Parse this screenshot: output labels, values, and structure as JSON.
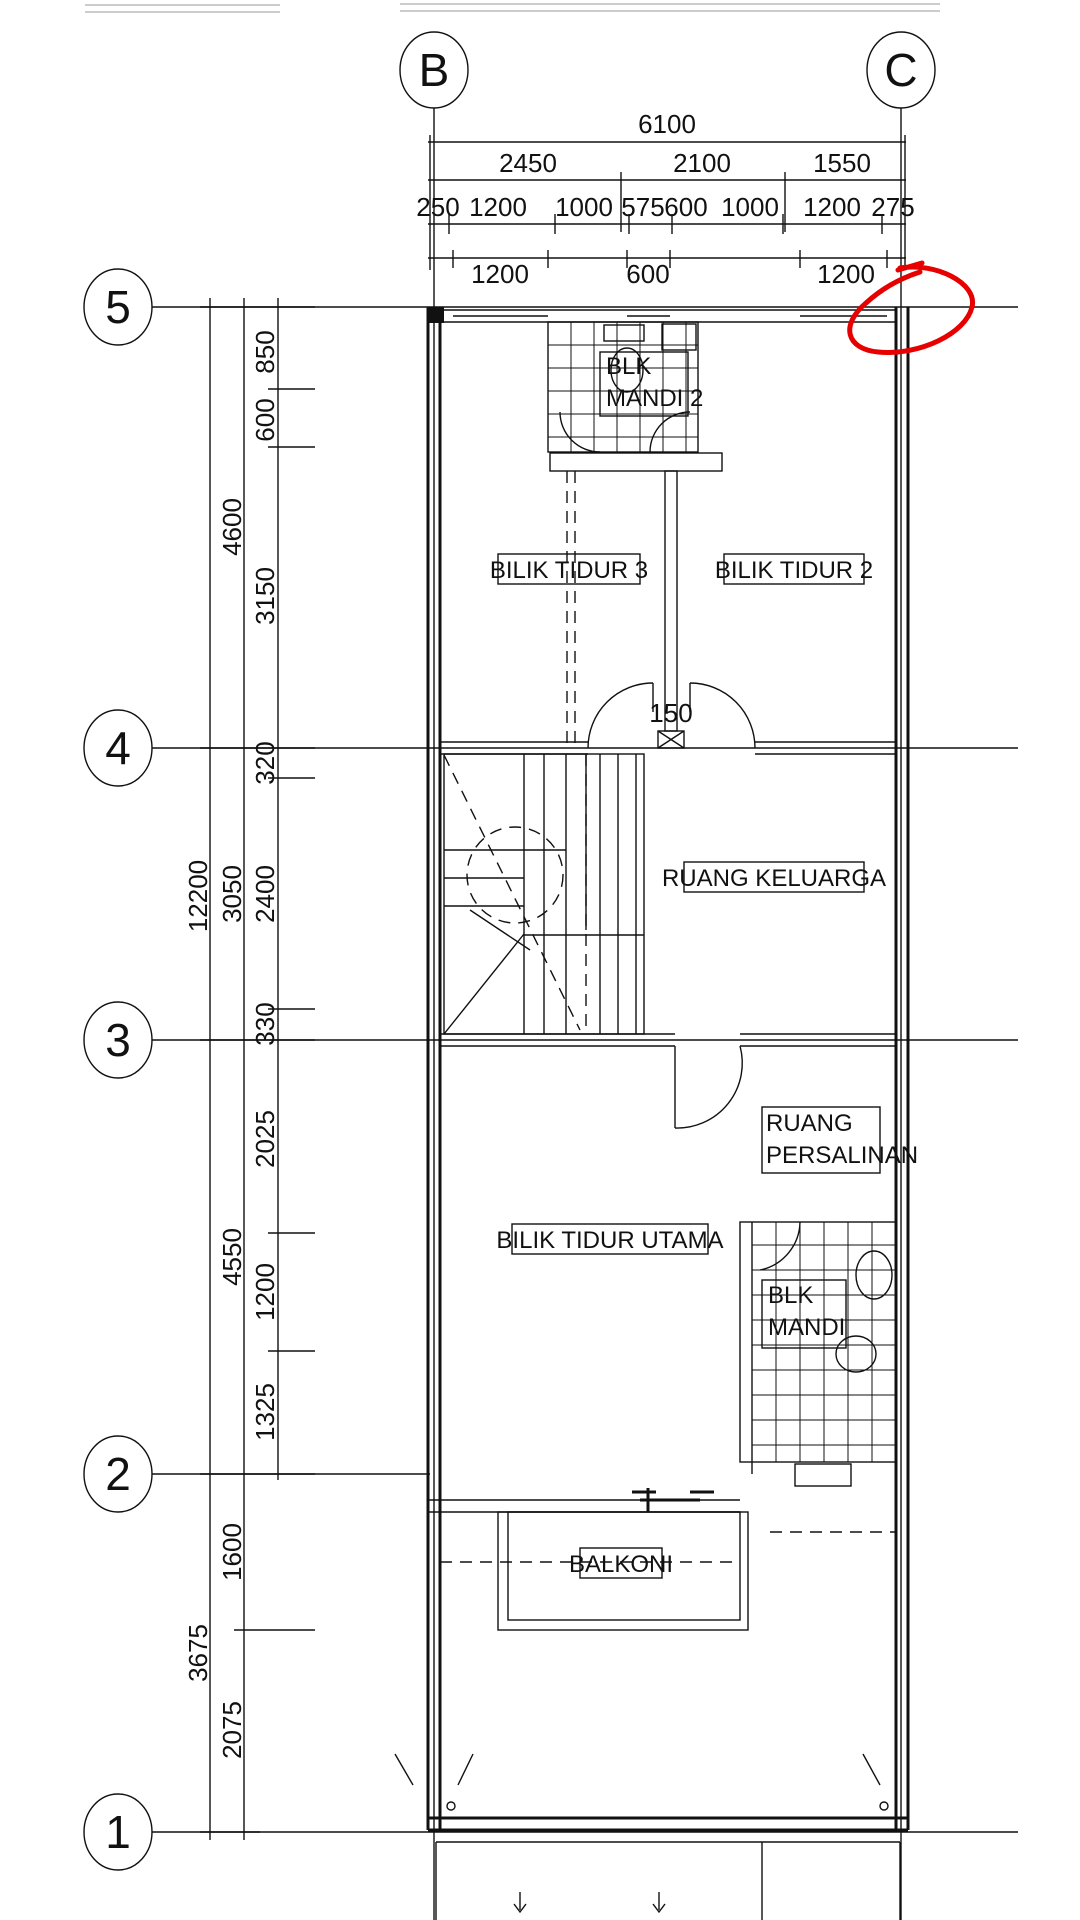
{
  "grid_labels": {
    "columns": [
      "B",
      "C"
    ],
    "rows": [
      "5",
      "4",
      "3",
      "2",
      "1"
    ]
  },
  "dimensions": {
    "top_total": "6100",
    "top_level2": [
      "2450",
      "2100",
      "1550"
    ],
    "top_level3": [
      "250",
      "1200",
      "1000",
      "575",
      "600",
      "1000",
      "1200",
      "275"
    ],
    "top_windows": [
      "1200",
      "600",
      "1200"
    ],
    "left_total": "12200",
    "left_mid": [
      "4600",
      "3050",
      "4550",
      "3675"
    ],
    "left_inner": [
      "850",
      "600",
      "3150",
      "320",
      "2400",
      "330",
      "2025",
      "1200",
      "1325",
      "1600",
      "2075"
    ],
    "door_width": "150"
  },
  "rooms": {
    "bathroom_upper": [
      "BLK",
      "MANDI 2"
    ],
    "bedroom3": "BILIK TIDUR 3",
    "bedroom2": "BILIK TIDUR 2",
    "family_room": "RUANG KELUARGA",
    "dressing_room": [
      "RUANG",
      "PERSALINAN"
    ],
    "master_bedroom": "BILIK TIDUR UTAMA",
    "master_bath": [
      "BLK",
      "MANDI"
    ],
    "balcony": "BALKONI"
  },
  "annotation_color": "#e60000",
  "ink_color": "#111111"
}
